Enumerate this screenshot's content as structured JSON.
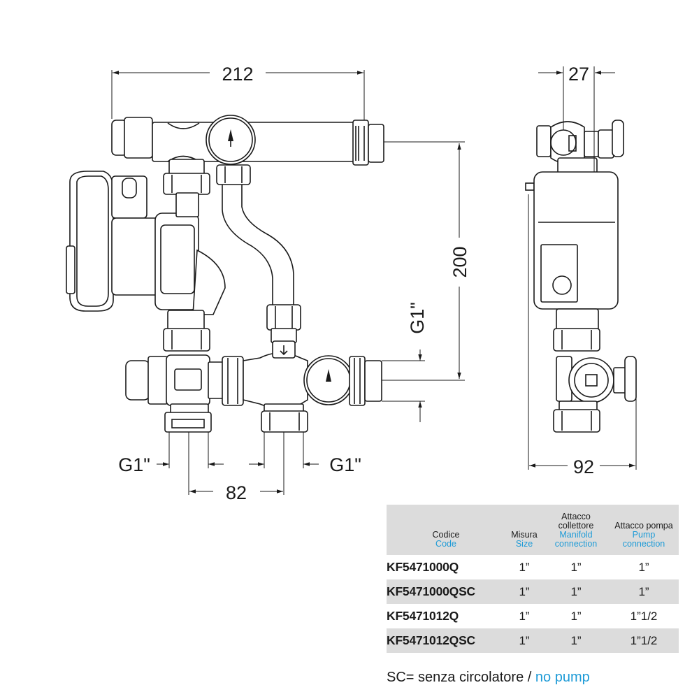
{
  "dimensions": {
    "width_front": "212",
    "width_side": "27",
    "height": "200",
    "g1_vertical": "G1\"",
    "g1_left": "G1\"",
    "g1_right": "G1\"",
    "center_distance": "82",
    "depth": "92"
  },
  "table": {
    "headers": {
      "code_it": "Codice",
      "code_en": "Code",
      "size_it": "Misura",
      "size_en": "Size",
      "manifold_it1": "Attacco",
      "manifold_it2": "collettore",
      "manifold_en1": "Manifold",
      "manifold_en2": "connection",
      "pump_it": "Attacco pompa",
      "pump_en1": "Pump",
      "pump_en2": "connection"
    },
    "rows": [
      {
        "code": "KF5471000Q",
        "size": "1”",
        "manifold": "1”",
        "pump": "1”"
      },
      {
        "code": "KF5471000QSC",
        "size": "1”",
        "manifold": "1”",
        "pump": "1”"
      },
      {
        "code": "KF5471012Q",
        "size": "1”",
        "manifold": "1”",
        "pump": "1”1/2"
      },
      {
        "code": "KF5471012QSC",
        "size": "1”",
        "manifold": "1”",
        "pump": "1”1/2"
      }
    ]
  },
  "footnote": {
    "prefix": "SC=",
    "italian": " senza circolatore / ",
    "english": "no pump"
  },
  "colors": {
    "accent_blue": "#1e9bd7",
    "header_gray": "#dcdcdc"
  }
}
